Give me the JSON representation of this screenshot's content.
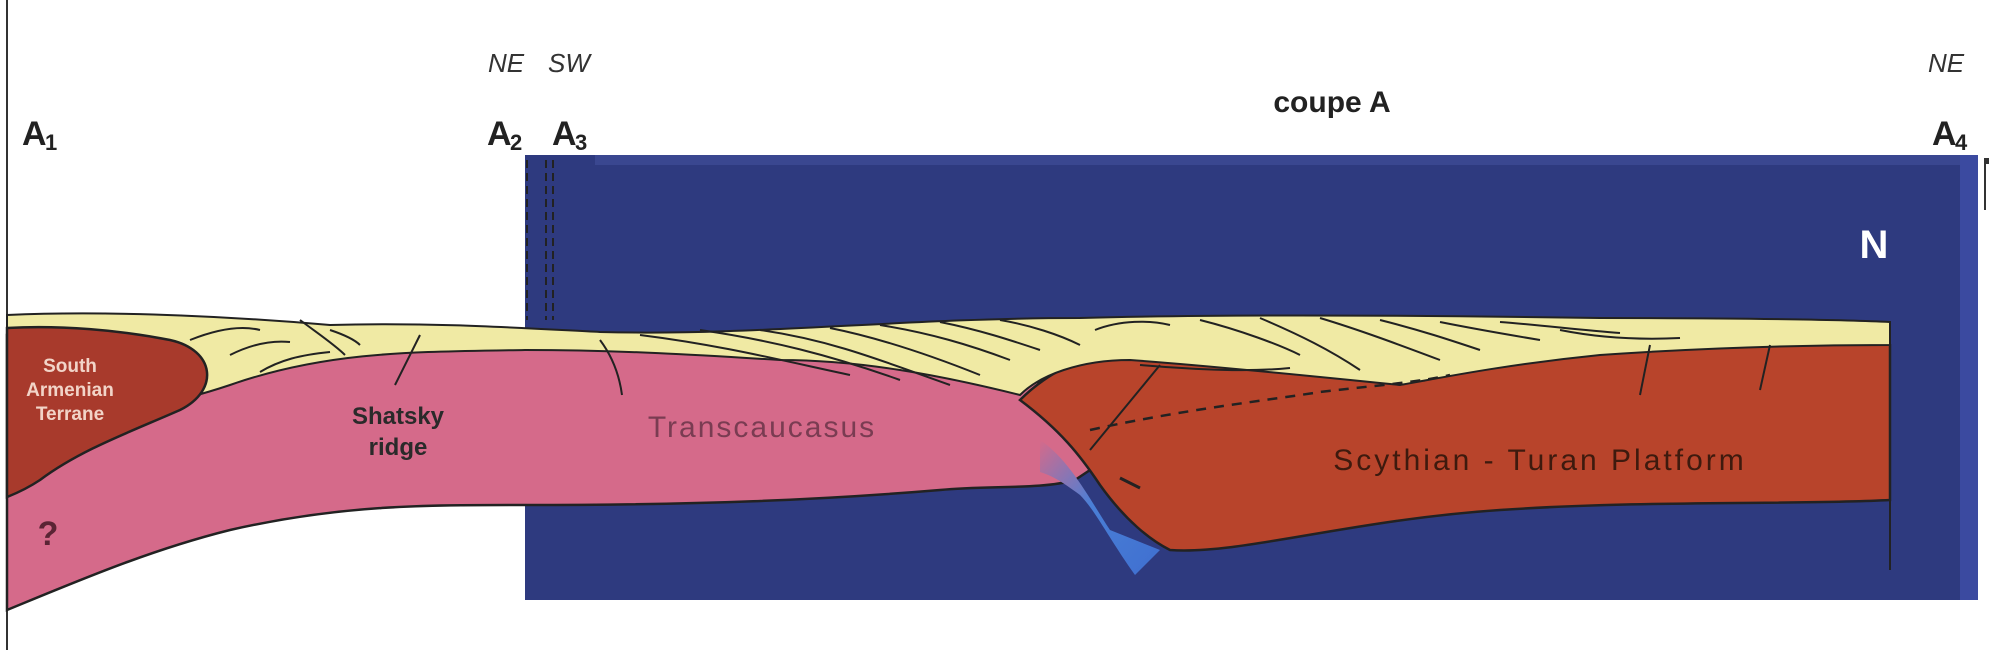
{
  "title": "coupe A",
  "orientation": {
    "left_1": "NE",
    "left_2": "SW",
    "right": "NE"
  },
  "points": {
    "a1": "A",
    "a1_sub": "1",
    "a2": "A",
    "a2_sub": "2",
    "a3": "A",
    "a3_sub": "3",
    "a4": "A",
    "a4_sub": "4"
  },
  "blocks": {
    "south_armenian_1": "South",
    "south_armenian_2": "Armenian",
    "south_armenian_3": "Terrane",
    "shatsky_1": "Shatsky",
    "shatsky_2": "ridge",
    "transcaucasus": "Transcaucasus",
    "scythian": "Scythian - Turan Platform",
    "question": "?",
    "north": "N"
  },
  "colors": {
    "background_box": "#2e3a7f",
    "sediments": "#f0eaa4",
    "transcaucasus_crust": "#d56a8a",
    "platform_crust": "#b8442b",
    "south_armenian": "#a83a2c",
    "slab": "#4a7fd6",
    "lines": "#222222"
  }
}
